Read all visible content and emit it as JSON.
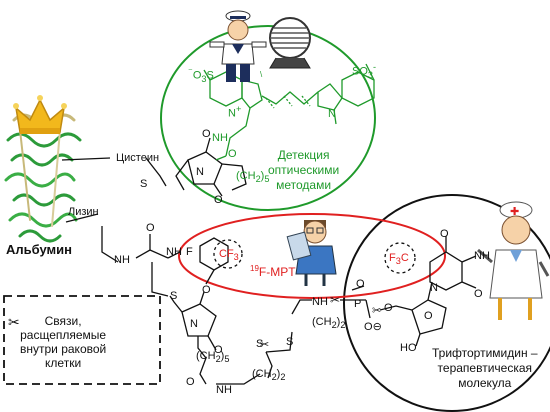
{
  "labels": {
    "albumin": "Альбумин",
    "cysteine": "Цистеин",
    "lysine": "Лизин",
    "detection": [
      "Детекция",
      "оптическими",
      "методами"
    ],
    "mpt": "F-MPT",
    "mpt_sup": "19",
    "legend": [
      "Связи,",
      "расщепляемые",
      "внутри раковой",
      "клетки"
    ],
    "trifluridine": [
      "Трифтортимидин –",
      "терапевтическая",
      "молекула"
    ]
  },
  "chem": {
    "so3_left": "O",
    "so3_left_pre": "⁻",
    "so3_right": "SO",
    "nh_top": "NH",
    "c5h5": "(C",
    "o": "O",
    "n_plus": "N",
    "nh": "NH",
    "n": "N",
    "s": "S",
    "h": "H",
    "f": "F",
    "cf3": "CF",
    "f3c": "F",
    "p": "P",
    "ho": "HO",
    "nh2_right": "NH",
    "ch2_a": "(CH",
    "ch2_b": "(CH",
    "ch2_c": "(CH",
    "c5": "(C",
    "sub5": "5",
    "sub2": "2",
    "sub3": "3",
    "minus": "⊖"
  },
  "colors": {
    "green": "#1f9a2b",
    "red": "#e02020",
    "black": "#111111",
    "protein": "#2c9b3a",
    "crown": "#f2b81c"
  }
}
